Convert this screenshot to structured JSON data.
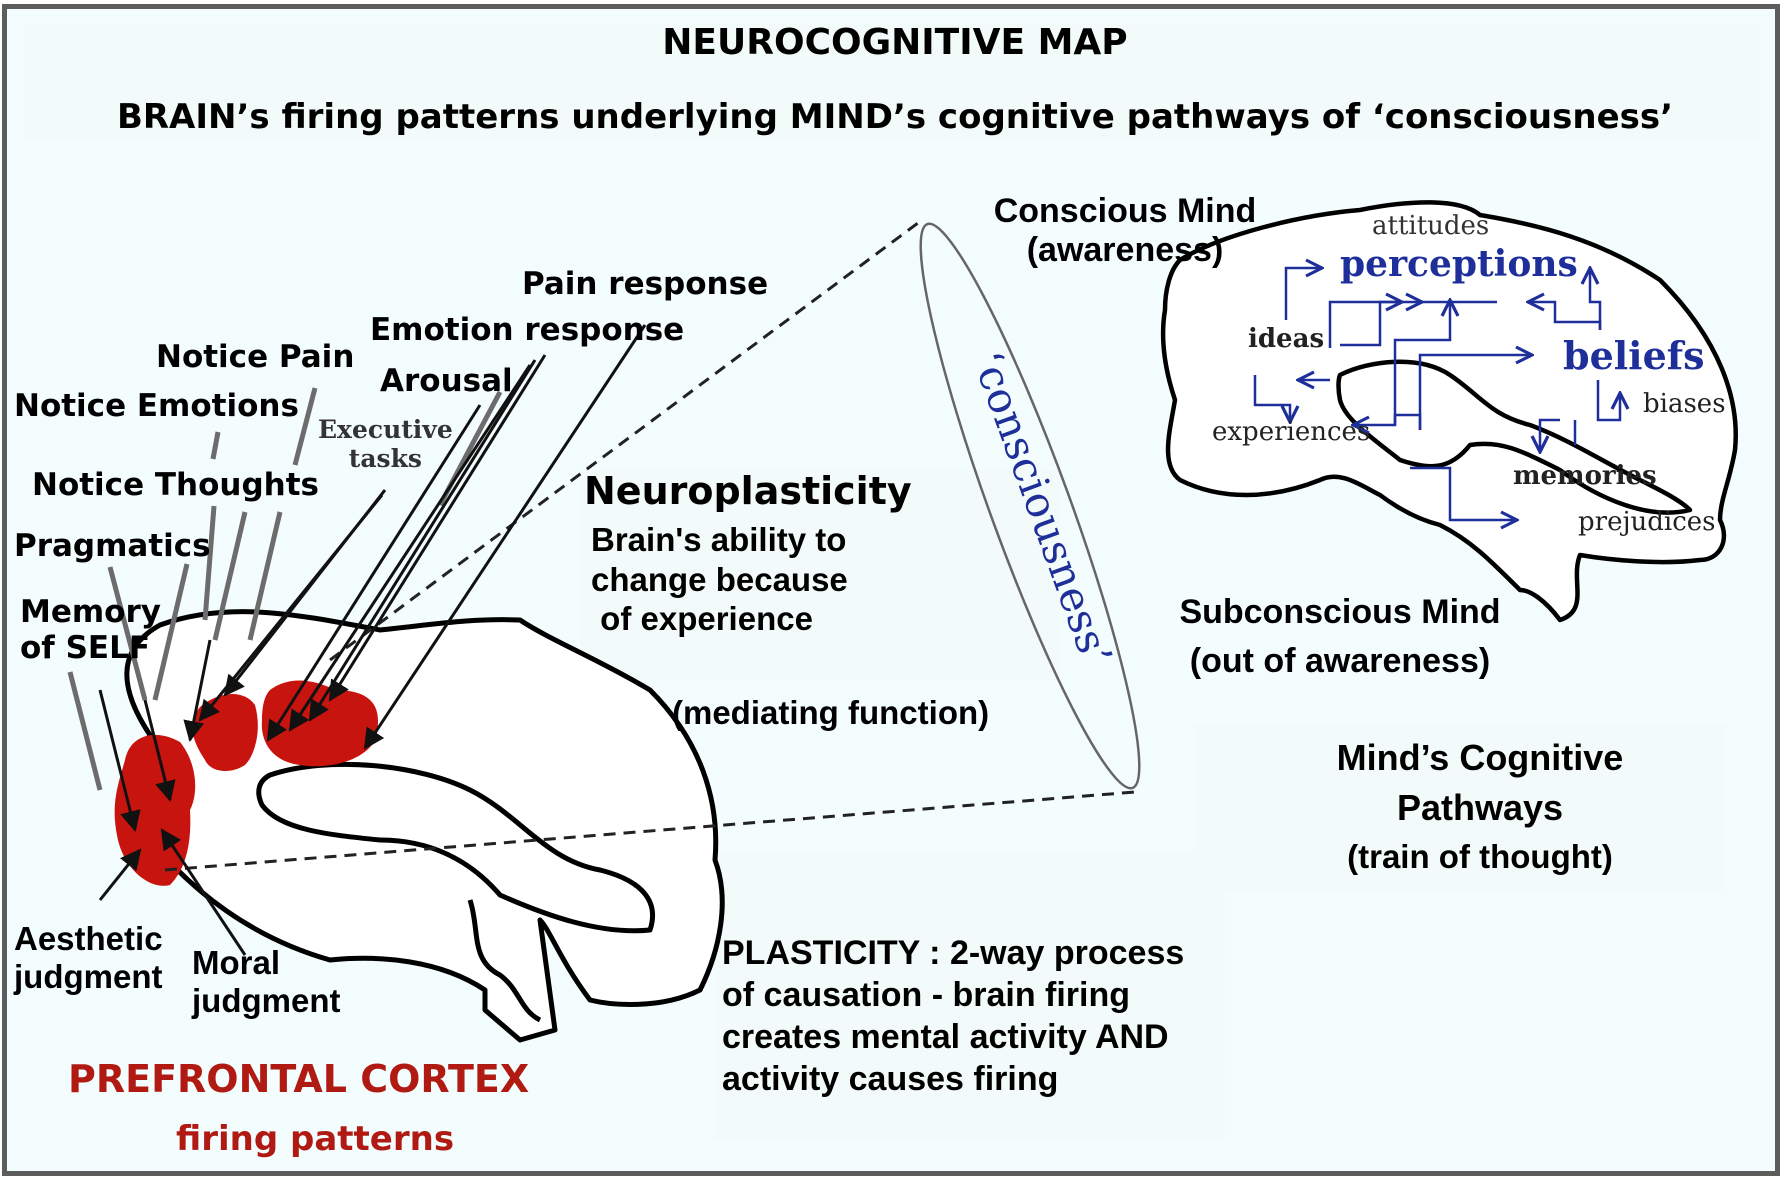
{
  "title": "NEUROCOGNITIVE MAP",
  "subtitle": "BRAIN’s firing patterns underlying MIND’s cognitive pathways of  ‘consciousness’",
  "colors": {
    "frame": "#5d5d5d",
    "background": "#f4fdfd",
    "firing_region": "#c8140e",
    "prefrontal_label": "#b01a12",
    "pathway_blue": "#1f2f9a"
  },
  "prefrontal": {
    "labels": {
      "pain_response": "Pain response",
      "emotion_response": "Emotion response",
      "notice_pain": "Notice Pain",
      "arousal": "Arousal",
      "notice_emotions": "Notice  Emotions",
      "executive_tasks_1": "Executive",
      "executive_tasks_2": "tasks",
      "notice_thoughts": "Notice  Thoughts",
      "pragmatics": "Pragmatics",
      "memory_of_self_1": "Memory",
      "memory_of_self_2": "of SELF",
      "aesthetic_1": "Aesthetic",
      "aesthetic_2": "judgment",
      "moral_1": "Moral",
      "moral_2": "judgment"
    },
    "caption": "PREFRONTAL CORTEX",
    "caption_sub": "firing patterns"
  },
  "neuroplasticity": {
    "heading": "Neuroplasticity",
    "line1": "Brain's ability to",
    "line2": "change because",
    "line3": " of experience",
    "mediating": "(mediating function)"
  },
  "cone_label": "‘consciousness’",
  "mind": {
    "conscious_1": "Conscious Mind",
    "conscious_2": "(awareness)",
    "subconscious_1": "Subconscious Mind",
    "subconscious_2": "(out of awareness)",
    "nodes": {
      "attitudes": "attitudes",
      "perceptions": "perceptions",
      "ideas": "ideas",
      "beliefs": "beliefs",
      "experiences": "experiences",
      "biases": "biases",
      "memories": "memories",
      "prejudices": "prejudices"
    },
    "caption_1": "Mind’s Cognitive",
    "caption_2": "Pathways",
    "caption_3": "(train of thought)"
  },
  "plasticity": {
    "line1": "PLASTICITY : 2-way process",
    "line2": "of causation - brain firing",
    "line3": "creates mental activity AND",
    "line4": "activity causes firing"
  }
}
